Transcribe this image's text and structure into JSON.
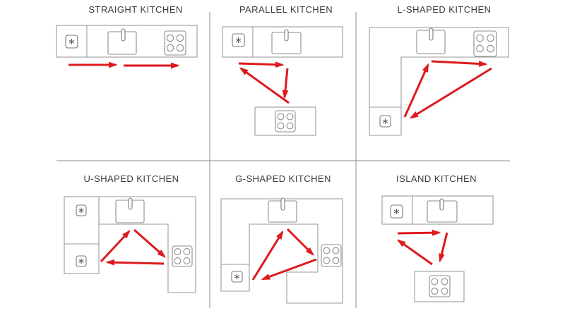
{
  "diagram": {
    "subject": "Kitchen layout work-triangle diagrams",
    "grid": {
      "rows": 2,
      "cols": 3
    }
  },
  "colors": {
    "background": "#ffffff",
    "arrow_red": "#dd1a1d",
    "counter_stroke": "#9a9a9a",
    "appliance_stroke": "#787878",
    "grid_line": "#8c8c8c",
    "title_text": "#3c3c3c"
  },
  "panels": [
    {
      "title": "STRAIGHT KITCHEN",
      "layout": "straight",
      "appliances": [
        "refrigerator",
        "sink",
        "stove"
      ],
      "arrows": 2
    },
    {
      "title": "PARALLEL KITCHEN",
      "layout": "parallel",
      "appliances": [
        "refrigerator",
        "sink",
        "stove"
      ],
      "arrows": 3
    },
    {
      "title": "L-SHAPED KITCHEN",
      "layout": "l-shaped",
      "appliances": [
        "refrigerator",
        "sink",
        "stove"
      ],
      "arrows": 3
    },
    {
      "title": "U-SHAPED KITCHEN",
      "layout": "u-shaped",
      "appliances": [
        "refrigerator",
        "refrigerator",
        "sink",
        "stove"
      ],
      "arrows": 3
    },
    {
      "title": "G-SHAPED KITCHEN",
      "layout": "g-shaped",
      "appliances": [
        "refrigerator",
        "sink",
        "stove"
      ],
      "arrows": 3
    },
    {
      "title": "ISLAND KITCHEN",
      "layout": "island",
      "appliances": [
        "refrigerator",
        "sink",
        "stove"
      ],
      "arrows": 3
    }
  ]
}
